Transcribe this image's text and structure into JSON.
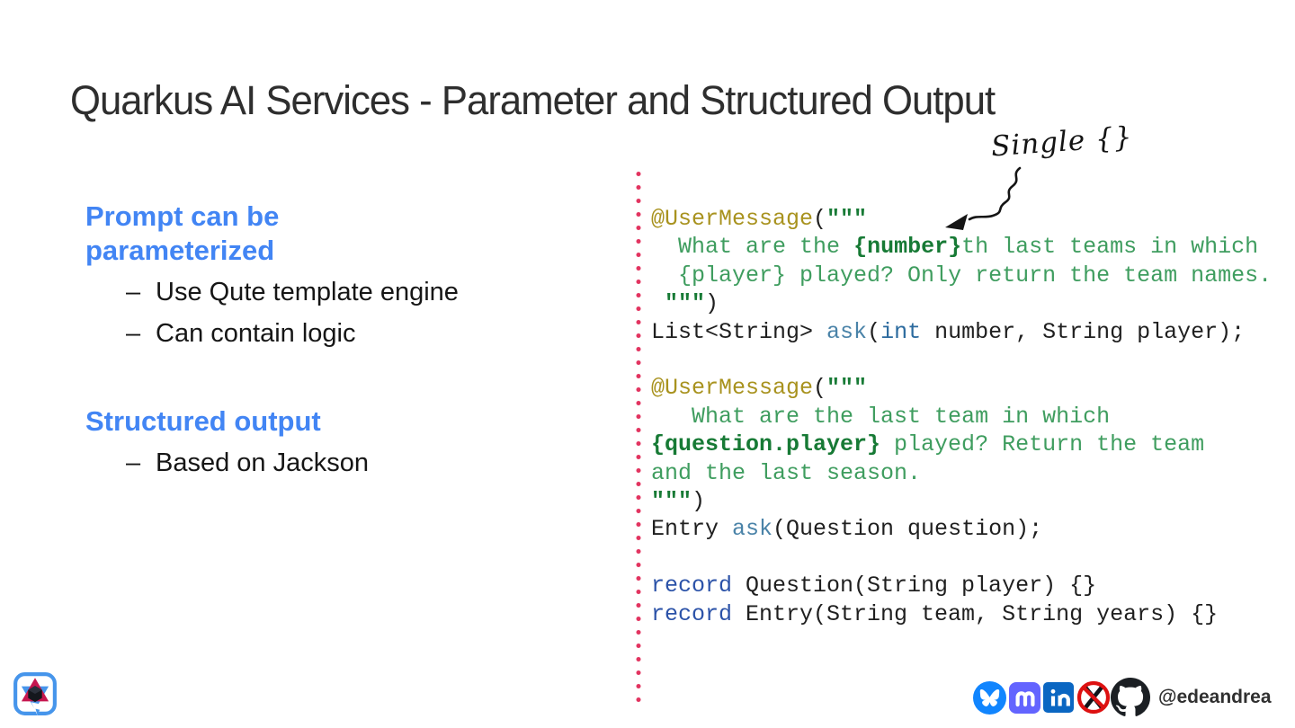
{
  "title": "Quarkus AI Services - Parameter and Structured Output",
  "bullet_marker": "–",
  "left": {
    "sections": [
      {
        "heading": "Prompt can be parameterized",
        "bullets": [
          "Use Qute template engine",
          "Can contain logic"
        ]
      },
      {
        "heading": "Structured output",
        "bullets": [
          "Based on Jackson"
        ]
      }
    ]
  },
  "annotation": {
    "label": "Single {}",
    "arrow": "squiggly-arrow-down-left"
  },
  "code": {
    "lines": [
      [
        {
          "t": "@UserMessage",
          "c": "ann"
        },
        {
          "t": "(",
          "c": "plain"
        },
        {
          "t": "\"\"\"",
          "c": "strq"
        }
      ],
      [
        {
          "t": "  ",
          "c": "plain"
        },
        {
          "t": "What are the ",
          "c": "str"
        },
        {
          "t": "{number}",
          "c": "tpl"
        },
        {
          "t": "th last teams in which",
          "c": "str"
        }
      ],
      [
        {
          "t": "  ",
          "c": "plain"
        },
        {
          "t": "{player} played? Only return the team names.",
          "c": "str"
        }
      ],
      [
        {
          "t": " ",
          "c": "plain"
        },
        {
          "t": "\"\"\"",
          "c": "strq"
        },
        {
          "t": ")",
          "c": "plain"
        }
      ],
      [
        {
          "t": "List<String> ",
          "c": "plain"
        },
        {
          "t": "ask",
          "c": "method"
        },
        {
          "t": "(",
          "c": "plain"
        },
        {
          "t": "int",
          "c": "kw2"
        },
        {
          "t": " number, String player);",
          "c": "plain"
        }
      ],
      [],
      [
        {
          "t": "@UserMessage",
          "c": "ann"
        },
        {
          "t": "(",
          "c": "plain"
        },
        {
          "t": "\"\"\"",
          "c": "strq"
        }
      ],
      [
        {
          "t": "   ",
          "c": "plain"
        },
        {
          "t": "What are the last team in which",
          "c": "str"
        }
      ],
      [
        {
          "t": "{question.player}",
          "c": "tpl"
        },
        {
          "t": " played? Return the team",
          "c": "str"
        }
      ],
      [
        {
          "t": "and the last season.",
          "c": "str"
        }
      ],
      [
        {
          "t": "\"\"\"",
          "c": "strq"
        },
        {
          "t": ")",
          "c": "plain"
        }
      ],
      [
        {
          "t": "Entry ",
          "c": "plain"
        },
        {
          "t": "ask",
          "c": "method"
        },
        {
          "t": "(Question question);",
          "c": "plain"
        }
      ],
      [],
      [
        {
          "t": "record",
          "c": "kw"
        },
        {
          "t": " Question(String player) {}",
          "c": "plain"
        }
      ],
      [
        {
          "t": "record",
          "c": "kw"
        },
        {
          "t": " Entry(String team, String years) {}",
          "c": "plain"
        }
      ]
    ]
  },
  "footer": {
    "handle": "@edeandrea",
    "icons": [
      "quarkus-logo",
      "bluesky-icon",
      "mastodon-icon",
      "linkedin-icon",
      "x-banned-icon",
      "github-icon"
    ]
  },
  "colors": {
    "heading_blue": "#4285f4",
    "dot_pink": "#e23460",
    "code_annotation_gold": "#a8921e",
    "code_string_green": "#3f9d5f",
    "code_template_green": "#177a35",
    "code_keyword_blue": "#2b52a8",
    "code_method_teal": "#4a83a8",
    "bluesky_blue": "#1185fe",
    "mastodon_purple": "#6364ff",
    "linkedin_blue": "#0a66c2",
    "ban_red": "#dd1111",
    "quarkus_red": "#c6164f",
    "quarkus_blue": "#4695eb"
  }
}
